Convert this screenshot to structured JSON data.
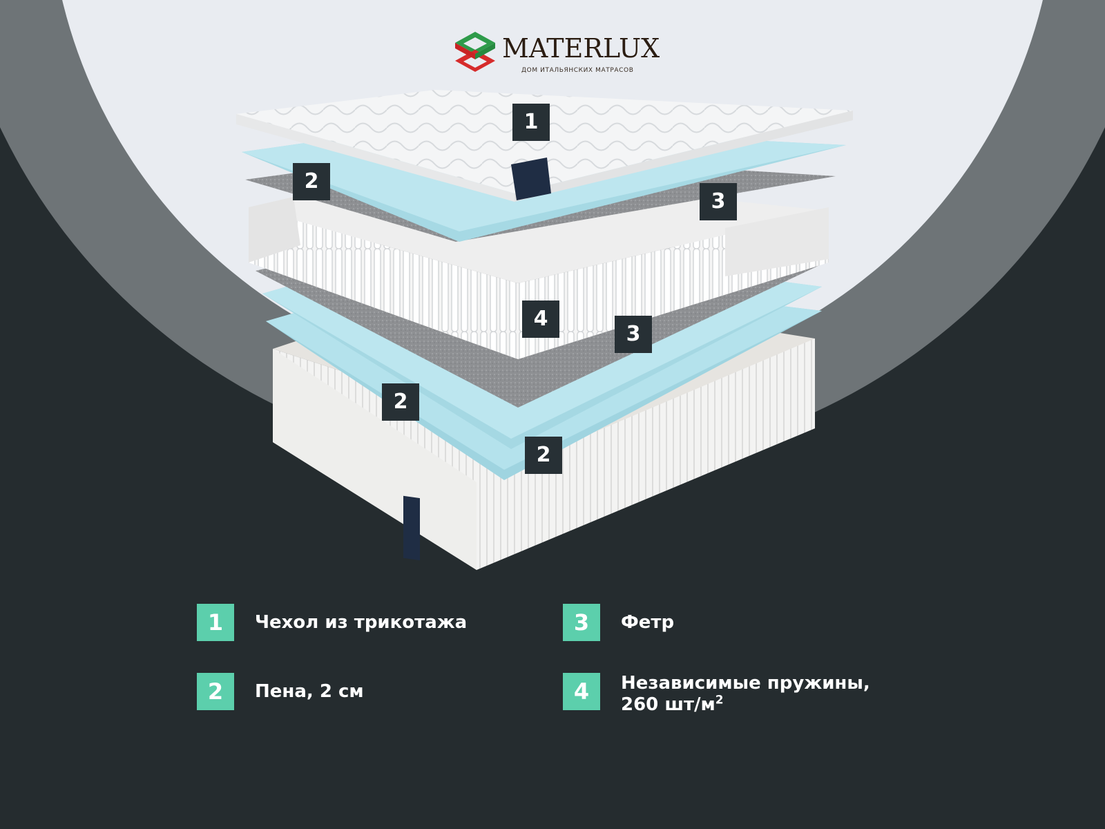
{
  "brand": {
    "name": "MATERLUX",
    "tagline": "ДОМ ИТАЛЬЯНСКИХ МАТРАСОВ"
  },
  "colors": {
    "background_dark": "#252c2f",
    "background_mid": "#6e7477",
    "background_light": "#e9ecf1",
    "badge_accent": "#5ccfac",
    "marker_dark": "#273035",
    "foam_blue": "#aadbe6",
    "felt_gray": "#8f9194"
  },
  "diagram_markers": [
    "1",
    "2",
    "3",
    "4",
    "3",
    "2",
    "2"
  ],
  "legend": [
    {
      "number": "1",
      "label": "Чехол из трикотажа"
    },
    {
      "number": "2",
      "label": "Пена, 2 см"
    },
    {
      "number": "3",
      "label": "Фетр"
    },
    {
      "number": "4",
      "label_line1": "Независимые пружины,",
      "label_line2": "260 шт/м",
      "superscript": "2"
    }
  ]
}
